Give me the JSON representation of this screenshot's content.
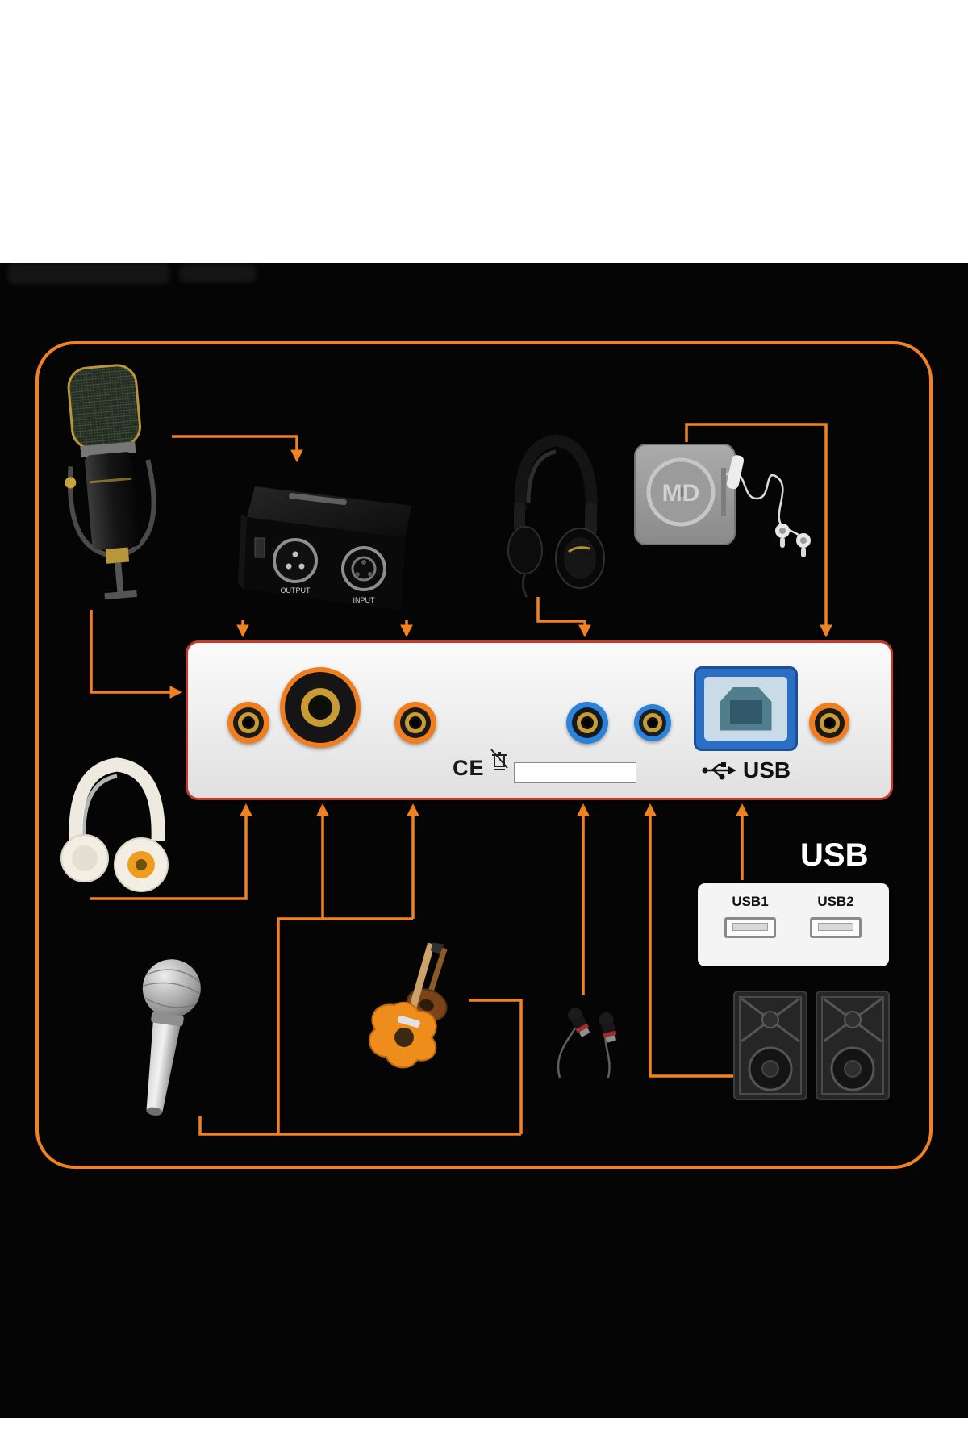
{
  "scene": {
    "background": "#ffffff",
    "stage_background": "#050505",
    "accent_orange": "#f08221"
  },
  "colors": {
    "frame_border": "#f08221",
    "wire": "#f08221",
    "panel_border": "#c43b2a",
    "jack_orange": "#f07d1e",
    "jack_blue": "#2b82d9",
    "jack_gold": "#c99b35",
    "usb_port_blue": "#2b6fc4"
  },
  "sound_card": {
    "usb_label": "USB",
    "ce_mark": "CE",
    "jacks": [
      {
        "name": "orange-jack-left"
      },
      {
        "name": "large-combo-jack"
      },
      {
        "name": "orange-jack-mid"
      },
      {
        "name": "blue-jack"
      },
      {
        "name": "blue-gold-jack"
      },
      {
        "name": "usb-b-port"
      },
      {
        "name": "orange-jack-right"
      }
    ]
  },
  "phantom_power": {
    "output_label": "OUTPUT",
    "input_label": "INPUT"
  },
  "md_player": {
    "label": "MD"
  },
  "usb_section": {
    "title": "USB"
  },
  "usb_hub": {
    "ports": [
      {
        "label": "USB1"
      },
      {
        "label": "USB2"
      }
    ]
  },
  "devices": [
    {
      "name": "condenser-microphone"
    },
    {
      "name": "phantom-power-supply"
    },
    {
      "name": "studio-headphones"
    },
    {
      "name": "md-player-with-earbuds"
    },
    {
      "name": "white-headphones"
    },
    {
      "name": "dynamic-microphone"
    },
    {
      "name": "electric-guitars"
    },
    {
      "name": "in-ear-earbuds"
    },
    {
      "name": "usb-hub"
    },
    {
      "name": "stereo-speakers"
    }
  ]
}
